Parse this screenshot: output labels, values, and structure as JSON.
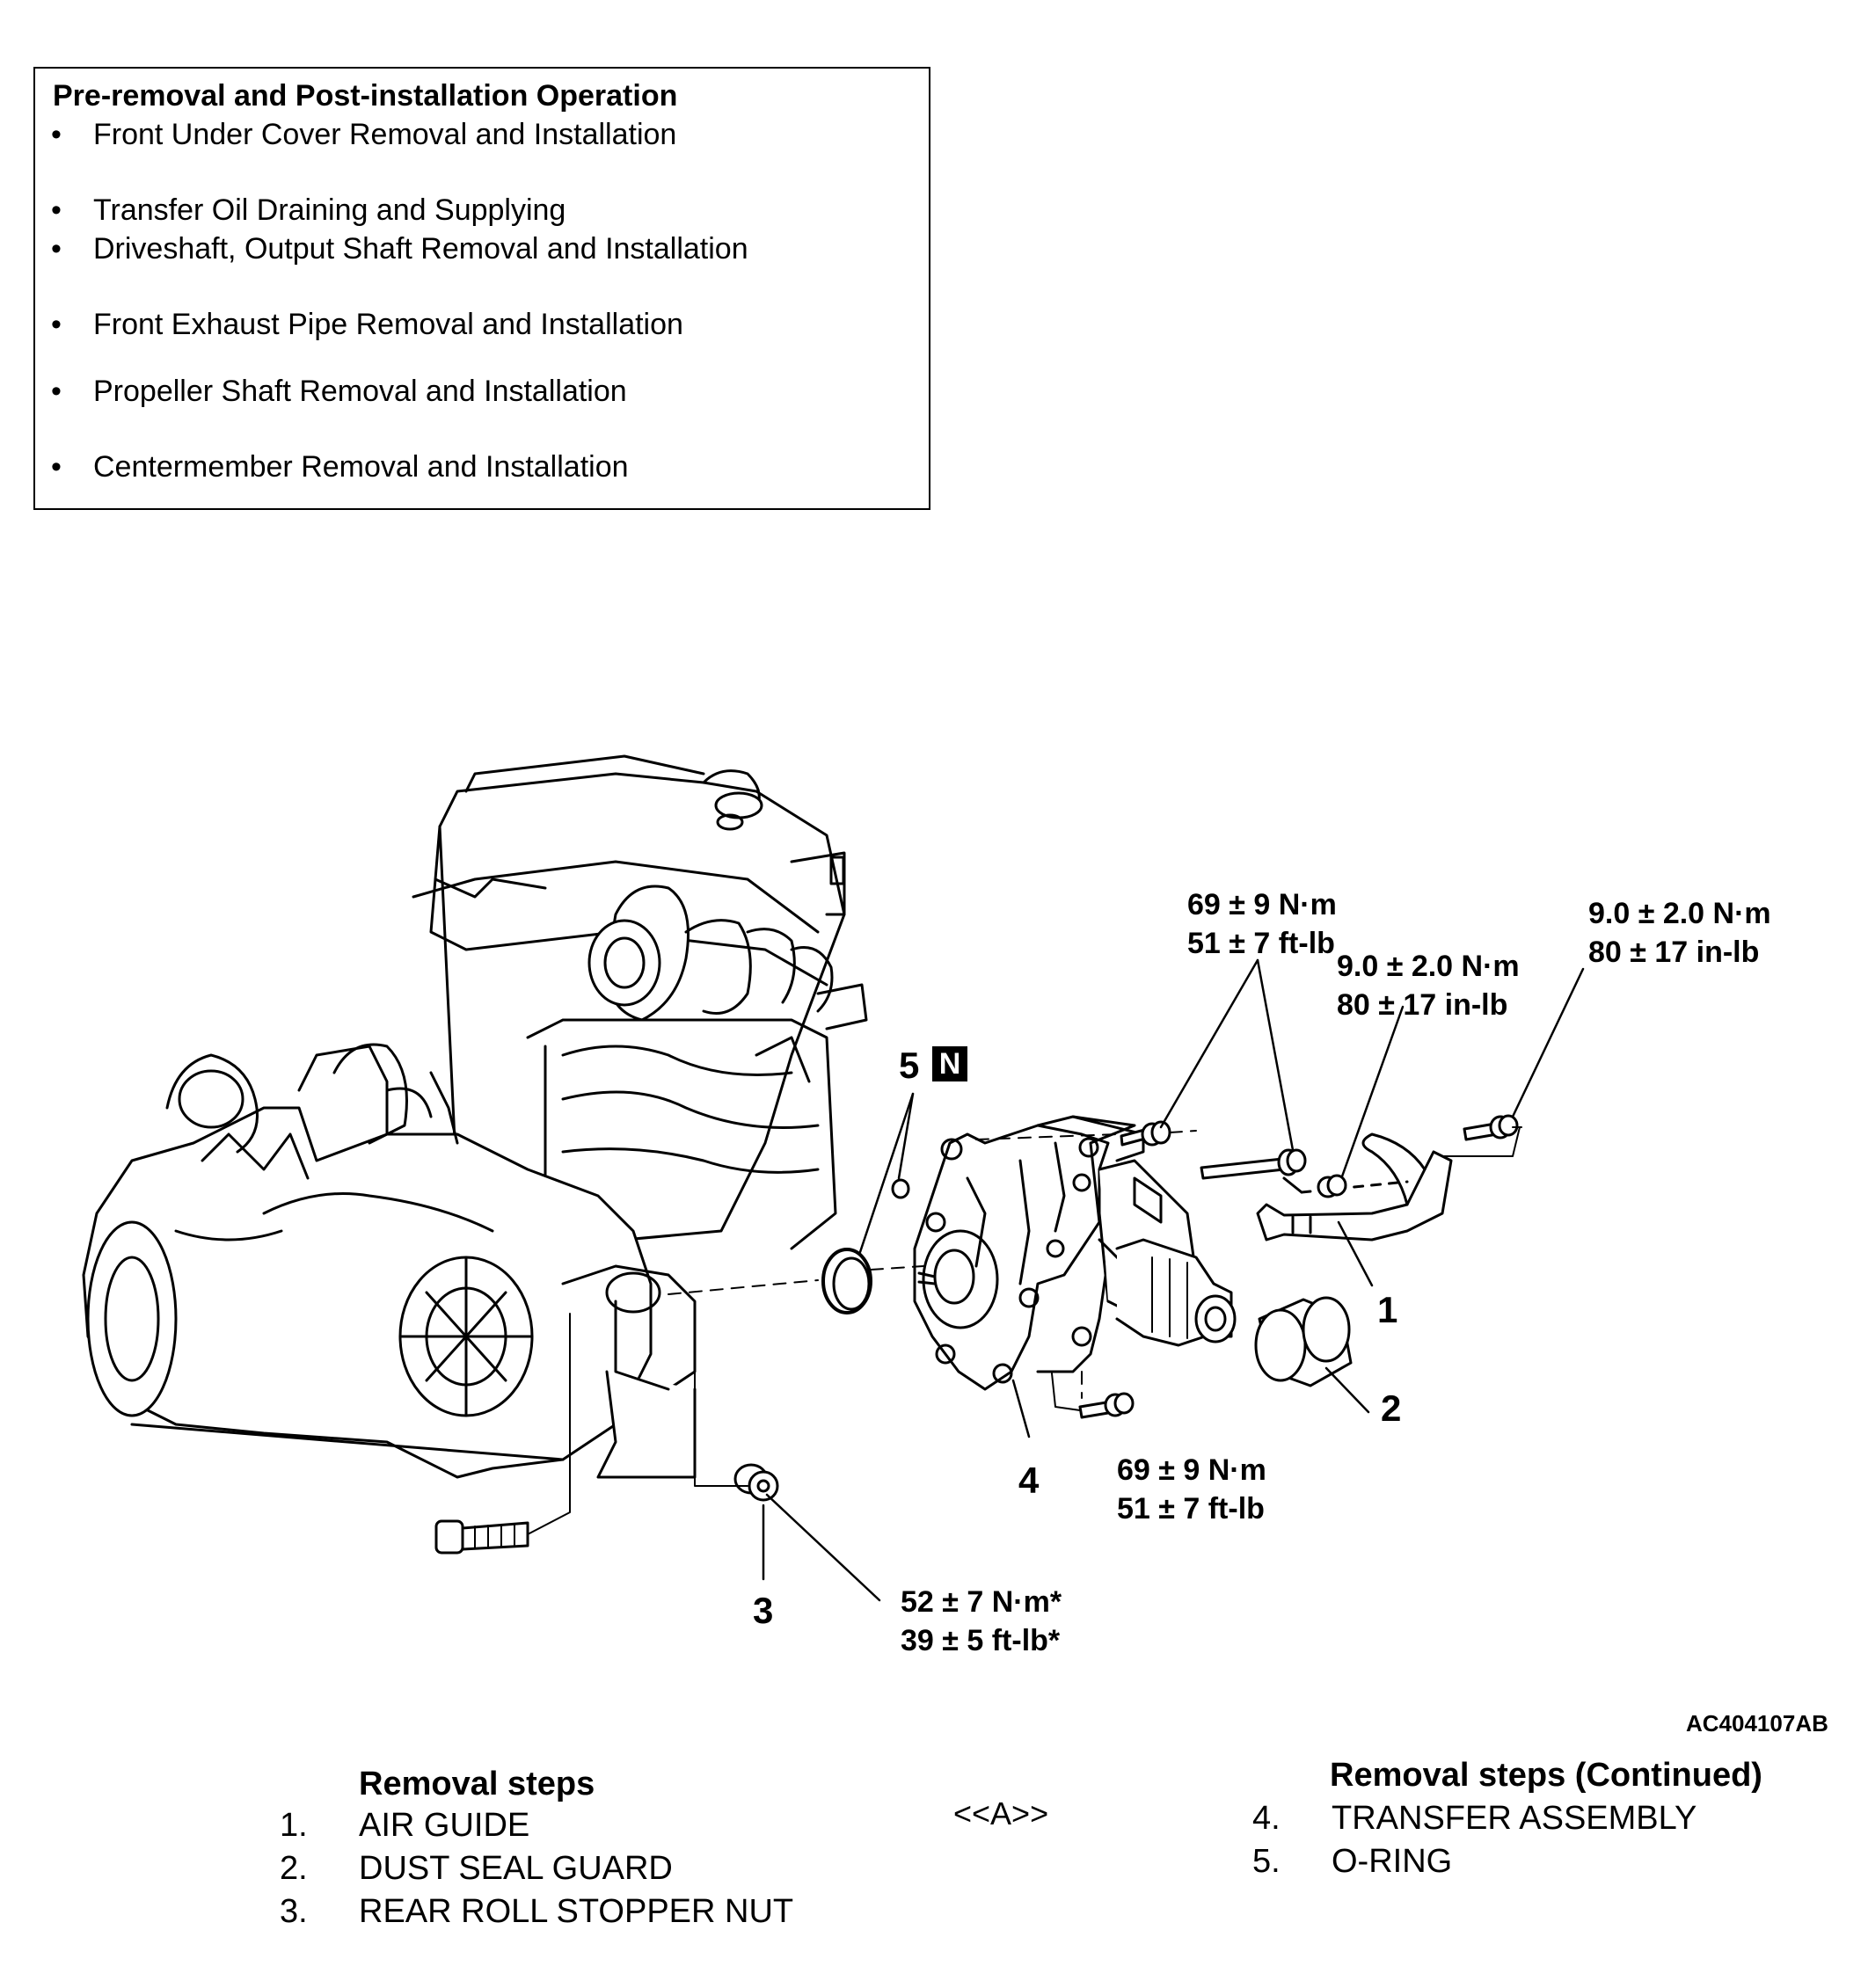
{
  "pre_removal": {
    "title": "Pre-removal and Post-installation Operation",
    "items": [
      "Front Under Cover Removal and Installation",
      "Transfer Oil Draining and Supplying",
      "Driveshaft, Output Shaft Removal and Installation",
      "Front Exhaust Pipe Removal and Installation",
      "Propeller Shaft Removal and Installation",
      "Centermember Removal and Installation"
    ]
  },
  "diagram": {
    "torque_top_center": {
      "nm": "69 ± 9 N·m",
      "ftlb": "51 ± 7 ft-lb"
    },
    "torque_top_right": {
      "nm": "9.0 ± 2.0 N·m",
      "inlb": "80 ± 17 in-lb"
    },
    "torque_mid_right": {
      "nm": "9.0 ± 2.0 N·m",
      "inlb": "80 ± 17 in-lb"
    },
    "torque_lower_center": {
      "nm": "69 ± 9 N·m",
      "ftlb": "51 ± 7 ft-lb"
    },
    "torque_stopper": {
      "nm": "52 ± 7 N·m*",
      "ftlb": "39 ± 5 ft-lb*"
    },
    "part_numbers": [
      "1",
      "2",
      "3",
      "4",
      "5"
    ],
    "new_part_mark": "N",
    "figure_code": "AC404107AB"
  },
  "removal_steps": {
    "title": "Removal steps",
    "continued_title": "Removal steps (Continued)",
    "marker": "<<A>>",
    "steps": [
      {
        "num": "1.",
        "label": "AIR GUIDE"
      },
      {
        "num": "2.",
        "label": "DUST SEAL GUARD"
      },
      {
        "num": "3.",
        "label": "REAR ROLL STOPPER NUT"
      },
      {
        "num": "4.",
        "label": "TRANSFER ASSEMBLY"
      },
      {
        "num": "5.",
        "label": "O-RING"
      }
    ]
  }
}
